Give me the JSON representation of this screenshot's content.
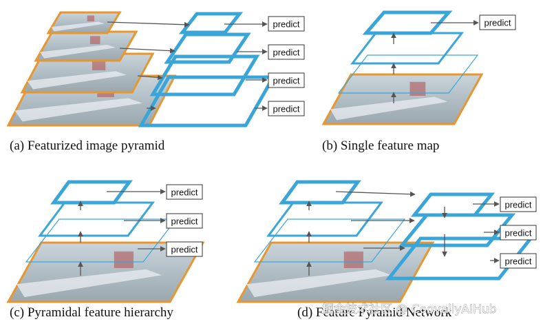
{
  "panels": [
    {
      "id": "a",
      "caption": "(a) Featurized image pyramid"
    },
    {
      "id": "b",
      "caption": "(b) Single feature map"
    },
    {
      "id": "c",
      "caption": "(c) Pyramidal feature hierarchy"
    },
    {
      "id": "d",
      "caption": "(d) Feature Pyramid Network"
    }
  ],
  "predict_label": "predict",
  "watermark": "掘金技术社区 @ CoovallyAIHub",
  "colors": {
    "feature_map": "#3aa6d8",
    "image_border": "#e8962e",
    "arrow": "#555555",
    "image_fill_top": "#c9d4db",
    "image_fill_bottom": "#9aa7ae"
  }
}
